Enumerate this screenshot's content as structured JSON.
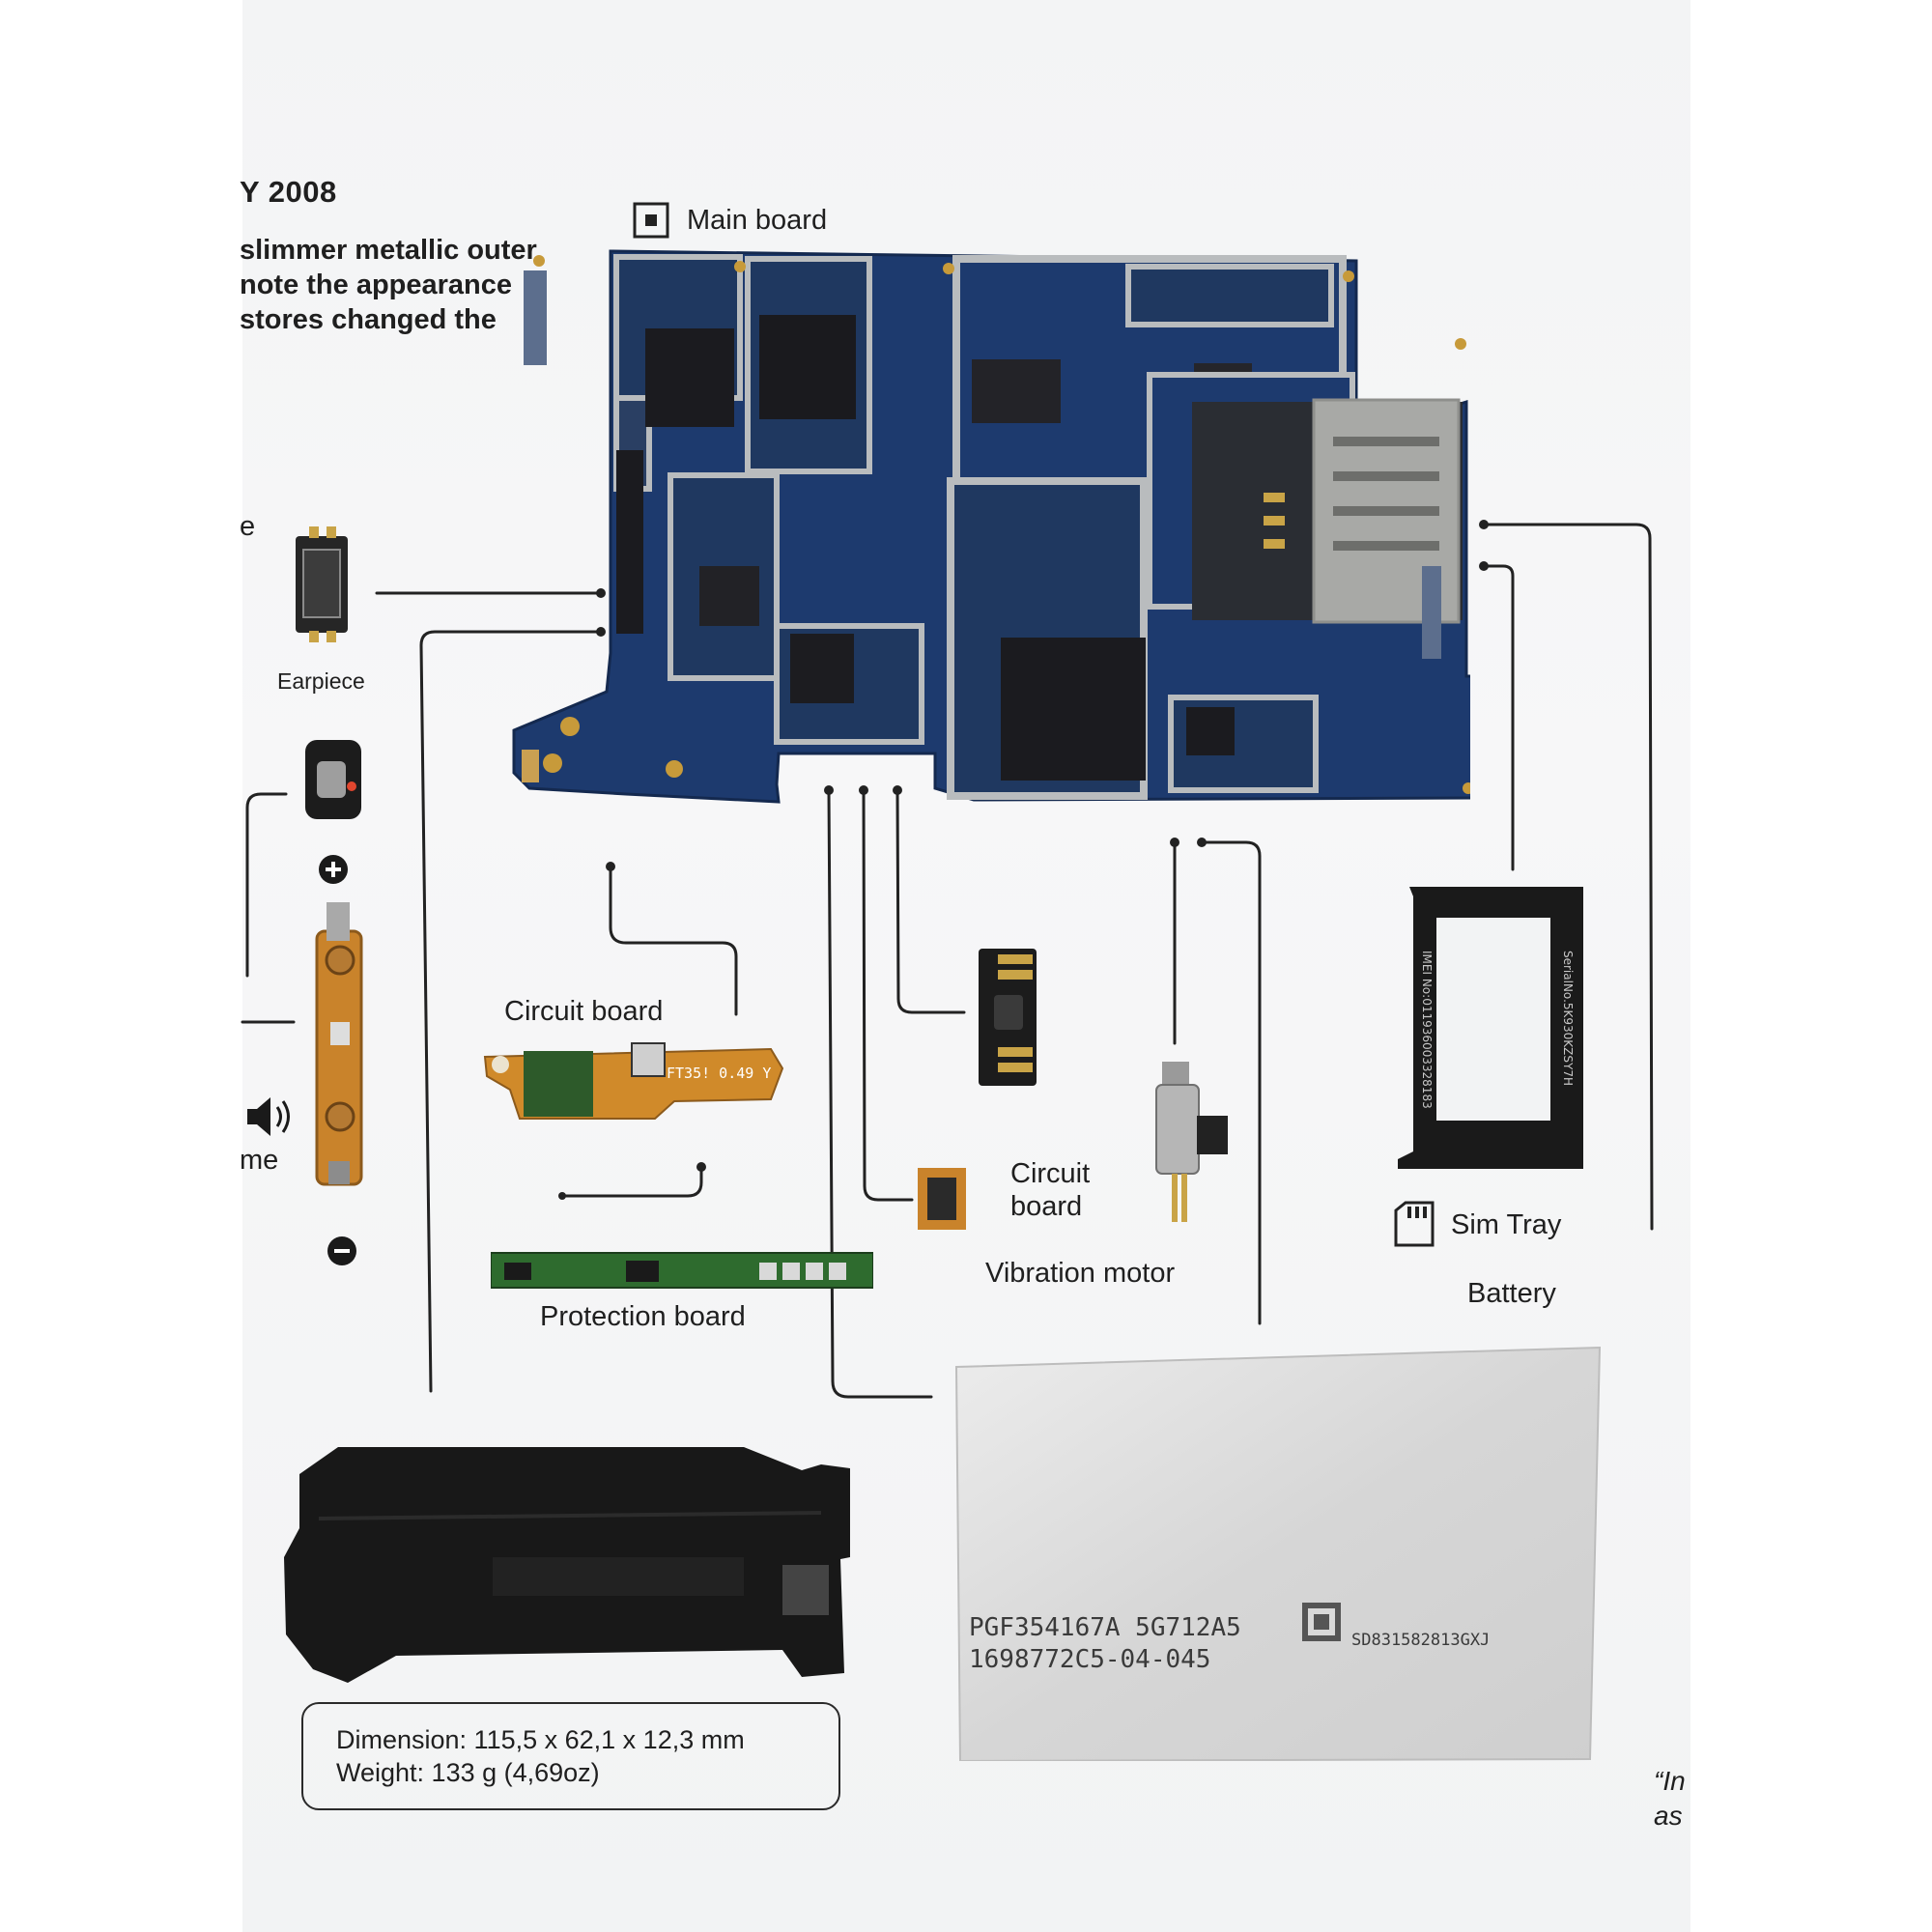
{
  "poster": {
    "heading": "Y 2008",
    "intro_lines": [
      "slimmer metallic outer",
      "note the appearance",
      " stores changed the"
    ],
    "quote_lines": [
      "“In",
      "as"
    ]
  },
  "labels": {
    "main_board": "Main board",
    "earpiece_partial": "e",
    "earpiece": "Earpiece",
    "volume_partial": "me",
    "circuit_board_top": "Circuit board",
    "protection_board": "Protection board",
    "circuit_board_small_1": "Circuit",
    "circuit_board_small_2": "board",
    "vibration_motor": "Vibration motor",
    "sim_tray": "Sim Tray",
    "battery": "Battery"
  },
  "specs": {
    "dimension": "Dimension: 115,5 x 62,1 x 12,3 mm",
    "weight": "Weight: 133 g (4,69oz)"
  },
  "component_markings": {
    "flex_cable": "FT35! 0.49 Y",
    "sim_tray_left": "IMEI No:011936003328183",
    "sim_tray_right": "SerialNo.5K930KZSY7H"
  },
  "battery_label": {
    "line1": "PGF354167A 5G712A5",
    "line2": "1698772C5-04-045",
    "serial": "SD831582813GXJ"
  },
  "icons": {
    "main_board": "chip-square-icon",
    "volume_up": "plus-circle-icon",
    "volume_down": "minus-circle-icon",
    "speaker": "speaker-icon",
    "sim": "sim-card-icon"
  },
  "colors": {
    "pcb_blue": "#1d3a6e",
    "shield_silver": "#b9bcbe",
    "line": "#222222",
    "flex_orange": "#c9832b",
    "battery_silver": "#d9d9d9"
  }
}
